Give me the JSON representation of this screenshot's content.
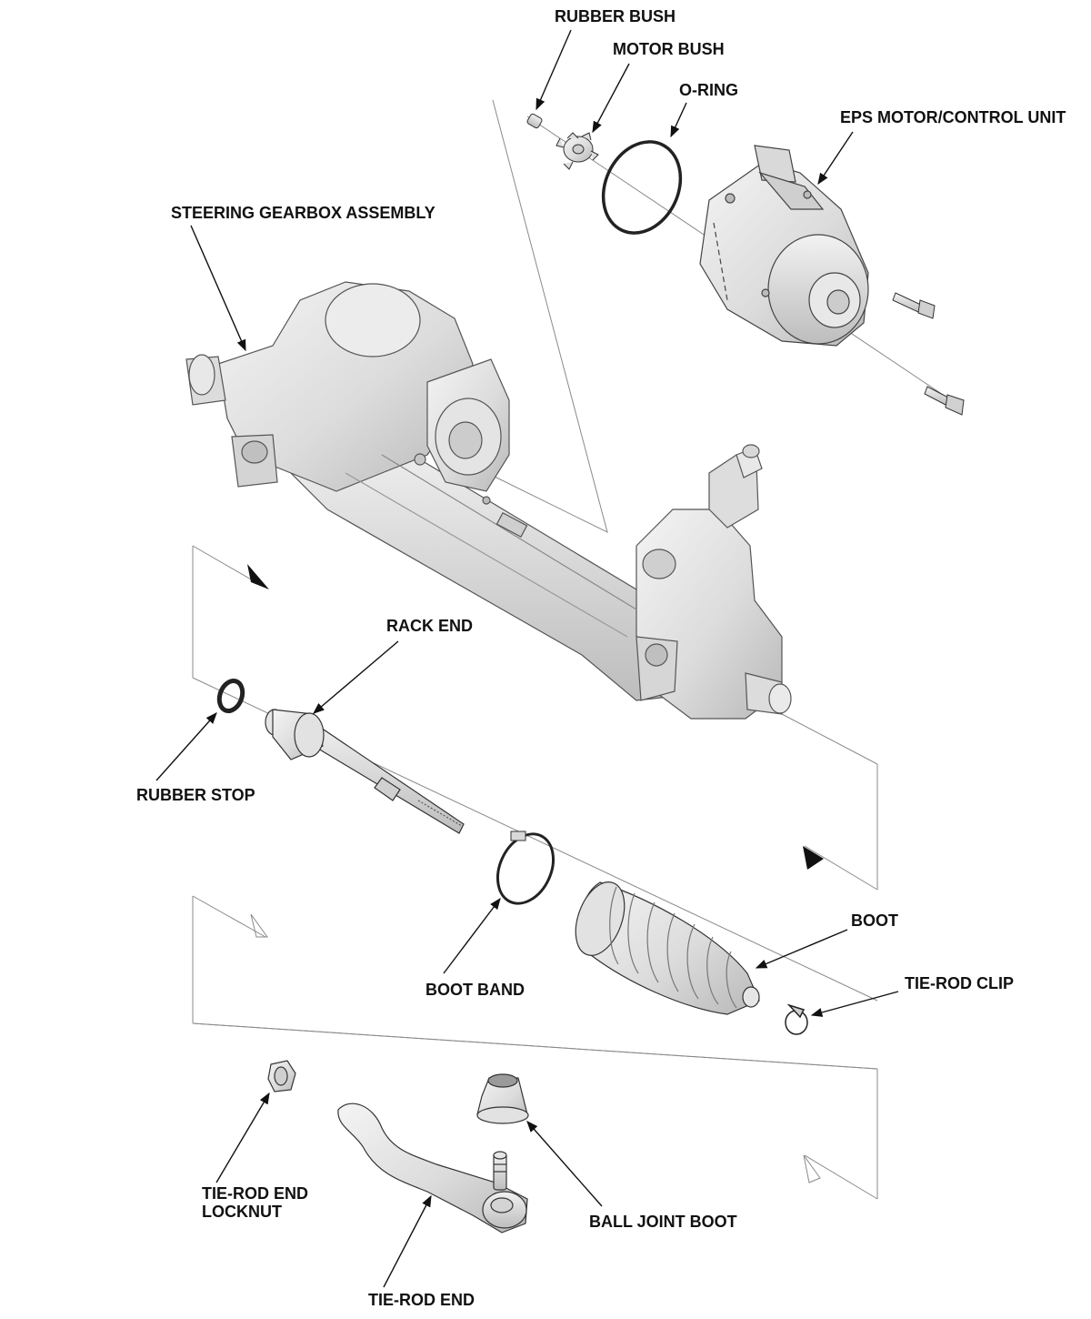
{
  "diagram": {
    "labels": {
      "rubber_bush": "RUBBER BUSH",
      "motor_bush": "MOTOR BUSH",
      "o_ring": "O-RING",
      "eps_motor": "EPS MOTOR/CONTROL UNIT",
      "steering_gearbox": "STEERING GEARBOX ASSEMBLY",
      "rack_end": "RACK END",
      "rubber_stop": "RUBBER STOP",
      "boot": "BOOT",
      "tie_rod_clip": "TIE-ROD CLIP",
      "boot_band": "BOOT BAND",
      "tie_rod_end_locknut_1": "TIE-ROD END",
      "tie_rod_end_locknut_2": "LOCKNUT",
      "ball_joint_boot": "BALL JOINT BOOT",
      "tie_rod_end": "TIE-ROD END"
    },
    "colors": {
      "ink": "#111111",
      "guide": "#8a8a8a",
      "part_fill": "#e6e6e6",
      "part_shade": "#c9c9c9",
      "part_dark": "#9a9a9a"
    }
  }
}
